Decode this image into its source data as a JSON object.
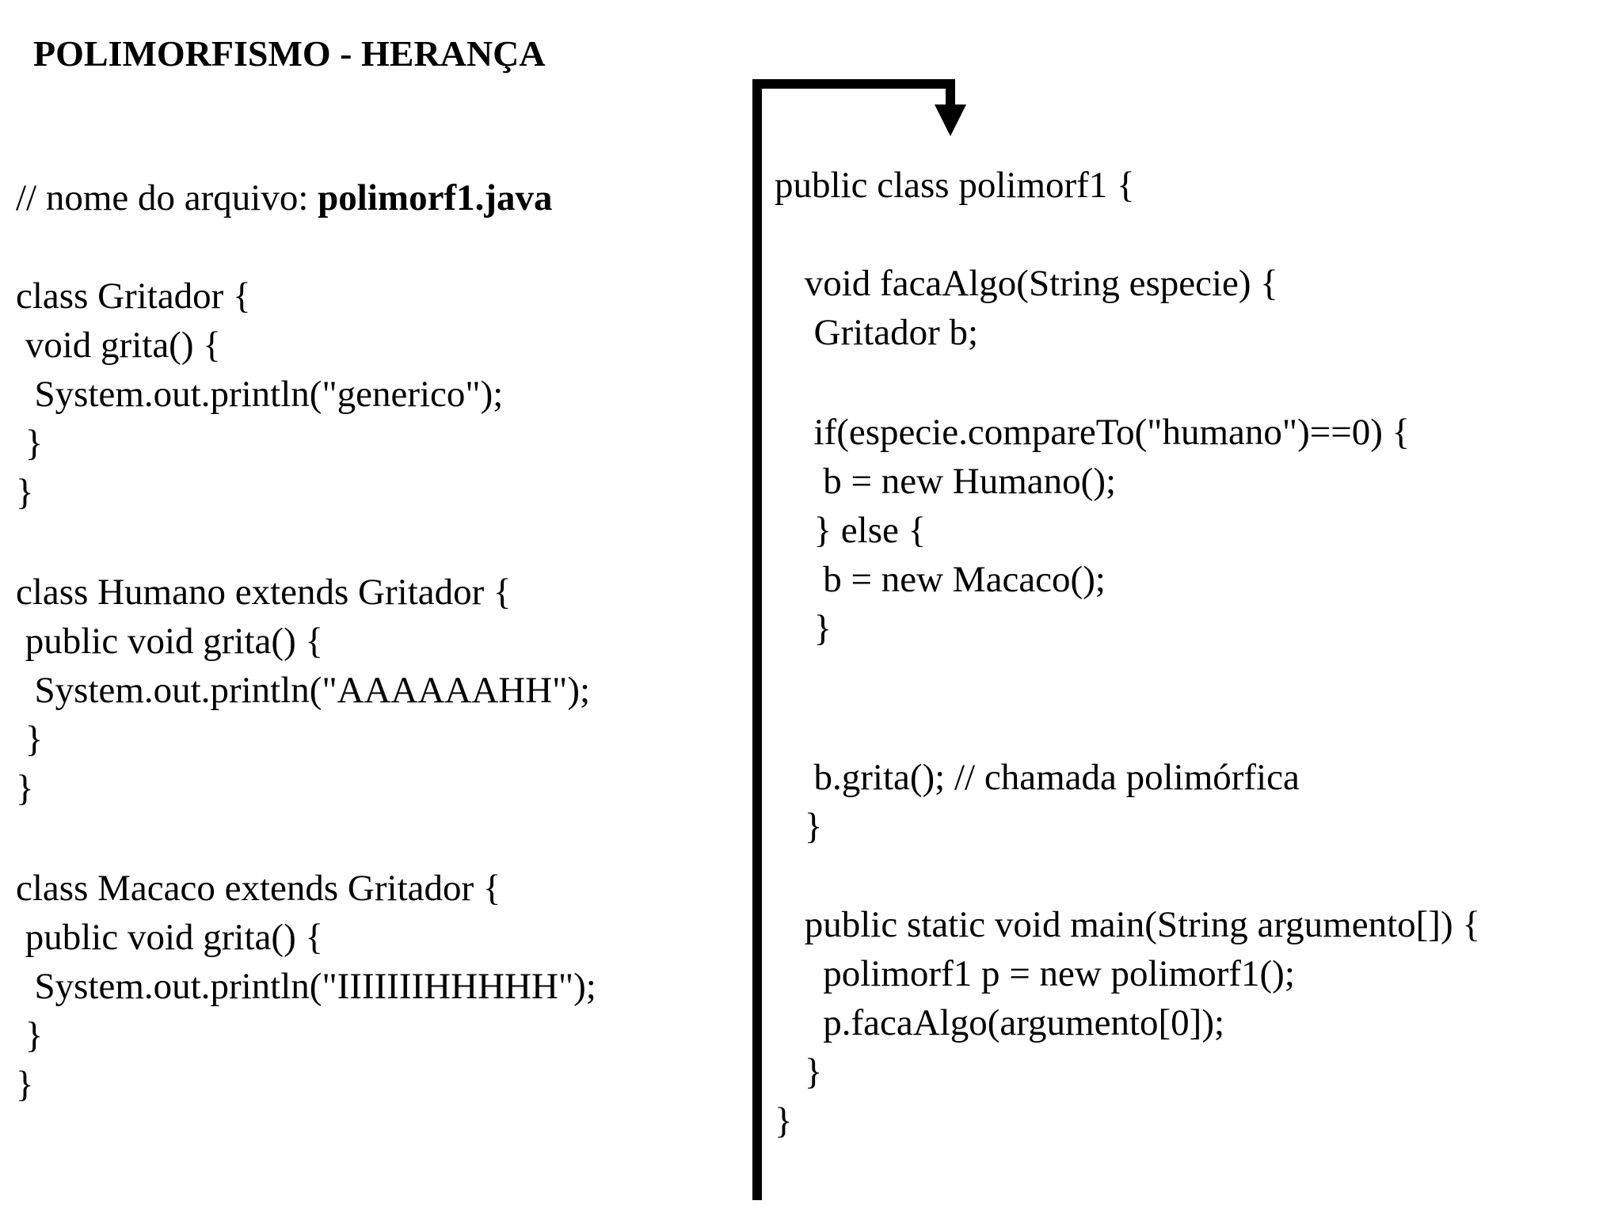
{
  "title": "POLIMORFISMO - HERANÇA",
  "left_column": {
    "filename_comment_prefix": "// nome do arquivo: ",
    "filename": "polimorf1.java",
    "lines": [
      "class Gritador {",
      " void grita() {",
      "  System.out.println(\"generico\");",
      " }",
      "}",
      "class Humano extends Gritador {",
      " public void grita() {",
      "  System.out.println(\"AAAAAAHH\");",
      " }",
      "}",
      "class Macaco extends Gritador {",
      " public void grita() {",
      "  System.out.println(\"IIIIIIIHHHHH\");",
      " }",
      "}"
    ]
  },
  "right_column": {
    "lines": [
      "public class polimorf1 {",
      " void facaAlgo(String especie) {",
      "  Gritador b;",
      "  if(especie.compareTo(\"humano\")==0) {",
      "   b = new Humano();",
      "  } else {",
      "   b = new Macaco();",
      "  }",
      "  b.grita(); // chamada polimórfica",
      " }",
      " public static void main(String argumento[]) {",
      "   polimorf1 p = new polimorf1();",
      "   p.facaAlgo(argumento[0]);",
      " }",
      "}"
    ]
  }
}
